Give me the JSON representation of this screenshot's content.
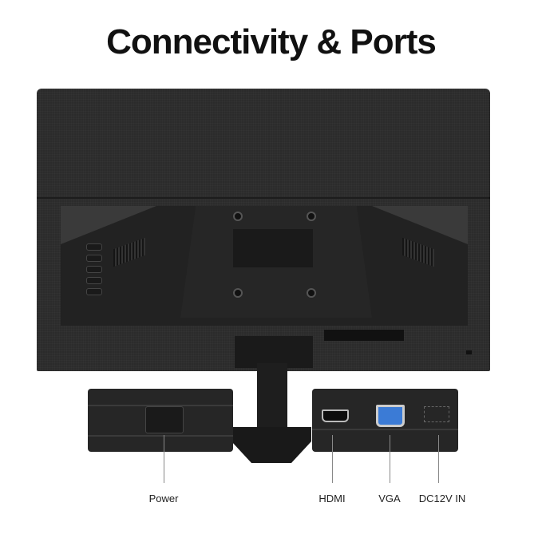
{
  "title": "Connectivity & Ports",
  "ports": [
    {
      "label": "Power",
      "icon": "power-socket-icon"
    },
    {
      "label": "HDMI",
      "icon": "hdmi-port-icon"
    },
    {
      "label": "VGA",
      "icon": "vga-port-icon",
      "color": "#3b7bd6"
    },
    {
      "label": "DC12V IN",
      "icon": "dc-in-icon"
    }
  ]
}
